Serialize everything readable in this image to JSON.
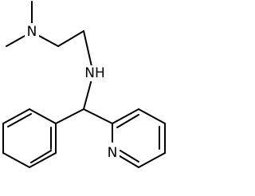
{
  "labels": {
    "dimethylamine_n": "N",
    "secondary_amine": "NH",
    "pyridine_n": "N"
  },
  "colors": {
    "background": "#ffffff",
    "bonds": "#000000",
    "text": "#000000"
  }
}
